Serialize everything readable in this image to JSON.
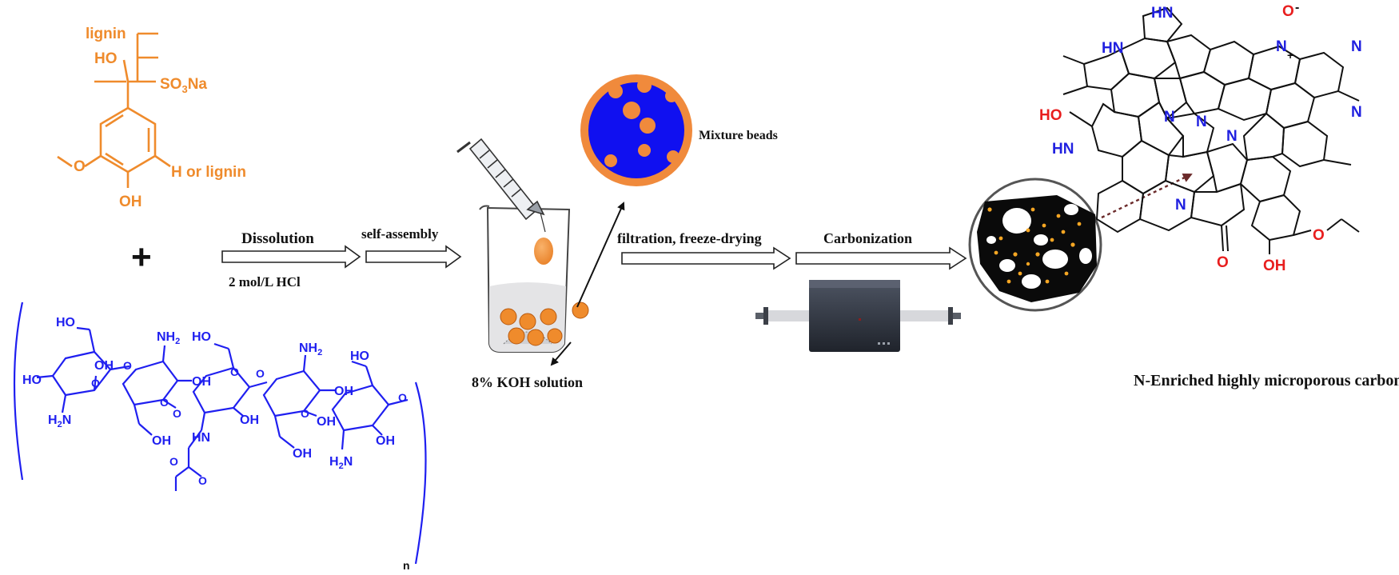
{
  "lignosulfonate": {
    "atoms": {
      "lignin_top": "lignin",
      "ho": "HO",
      "so3na_main": "SO",
      "so3na_sub": "3",
      "so3na_tail": "Na",
      "h_or_lignin": "H or lignin",
      "oh": "OH",
      "o": "O"
    }
  },
  "plus": "+",
  "chitosan": {
    "atoms": {
      "ho1": "HO",
      "nh2_1": "NH",
      "nh2_1_sub": "2",
      "ho2": "HO",
      "ho3": "HO",
      "oh1": "OH",
      "h2n1": "H",
      "h2n1_sub": "2",
      "h2n1_tail": "N",
      "oh2": "OH",
      "oh3": "OH",
      "hn": "HN",
      "oh4": "OH",
      "nh2_2": "NH",
      "nh2_2_sub": "2",
      "oh5": "OH",
      "ho4": "HO",
      "oh6": "OH",
      "h2n2": "H",
      "h2n2_sub": "2",
      "h2n2_tail": "N",
      "oh7": "OH",
      "oh8": "OH",
      "o_ring1": "O",
      "o_link1": "O",
      "o_ring2": "O",
      "o_link2": "O",
      "o_ring3": "O",
      "o_link3": "O",
      "o_ring4": "O",
      "o_link4": "O",
      "o_carb1": "O",
      "o_carb2": "O",
      "n": "n"
    }
  },
  "steps": {
    "dissolution": "Dissolution",
    "hcl": "2 mol/L HCl",
    "self_assembly": "self-assembly",
    "filtration": "filtration, freeze-drying",
    "carbonization": "Carbonization",
    "koh": "8% KOH solution",
    "mixture_beads": "Mixture beads",
    "product": "N-Enriched highly microporous carbons"
  },
  "carbon_structure": {
    "atoms": {
      "hn_top": "HN",
      "hn_left": "HN",
      "n_oxide": "N",
      "o_minus": "O",
      "minus": "-",
      "plus_charge": "+",
      "n_right": "N",
      "n_right2": "N",
      "ho": "HO",
      "hn_low": "HN",
      "n_mid": "N",
      "n_mid2": "N",
      "n_center": "N",
      "n_lower": "N",
      "o_ketone": "O",
      "oh": "OH",
      "o_ether": "O"
    }
  },
  "colors": {
    "lignin": "#ef8b2c",
    "chitosan": "#1f1ff0",
    "bead_core": "#1010f0",
    "bead_shell": "#f08a3c",
    "carbon_fill": "#0a0a0a",
    "heteroatom_n": "#2020e0",
    "heteroatom_o": "#e81e1e"
  }
}
